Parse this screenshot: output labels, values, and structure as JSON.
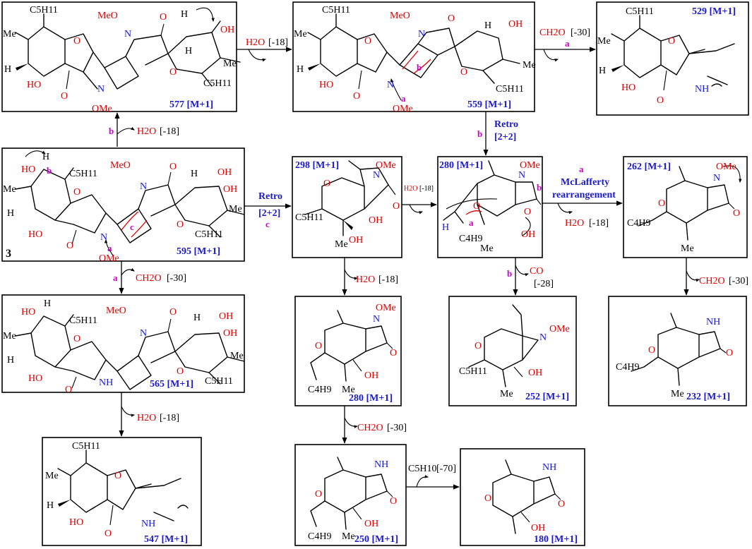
{
  "labels": {
    "b577": "577 [M+1]",
    "b559": "559 [M+1]",
    "b529": "529 [M+1]",
    "b595": "595 [M+1]",
    "b298": "298 [M+1]",
    "b280a": "280 [M+1]",
    "b262": "262 [M+1]",
    "b565": "565 [M+1]",
    "b280b": "280 [M+1]",
    "b252": "252 [M+1]",
    "b232": "232 [M+1]",
    "b547": "547 [M+1]",
    "b250": "250 [M+1]",
    "b180": "180 [M+1]"
  },
  "compound_number": "3",
  "steps": {
    "h2o": "H2O",
    "ch2o": "CH2O",
    "co": "CO",
    "c5h10": "C5H10",
    "m18": "[-18]",
    "m30": "[-30]",
    "m28": "[-28]",
    "m70": "[-70]",
    "retro": "Retro",
    "two_plus_two": "[2+2]",
    "mclafferty": "McLafferty",
    "rearrangement": "rearrangement"
  },
  "pathway_letters": {
    "a": "a",
    "b": "b",
    "c": "c"
  },
  "atoms": {
    "c5h11": "C5H11",
    "c4h9": "C4H9",
    "me": "Me",
    "meo": "MeO",
    "ome": "OMe",
    "ho": "HO",
    "oh": "OH",
    "o": "O",
    "n": "N",
    "nh": "NH",
    "h": "H"
  },
  "colors": {
    "heteroatom_red": "#e00000",
    "nitrogen_blue": "#1a1acc",
    "label_blue": "#1a1acc",
    "pathway_magenta": "#cc00cc"
  }
}
